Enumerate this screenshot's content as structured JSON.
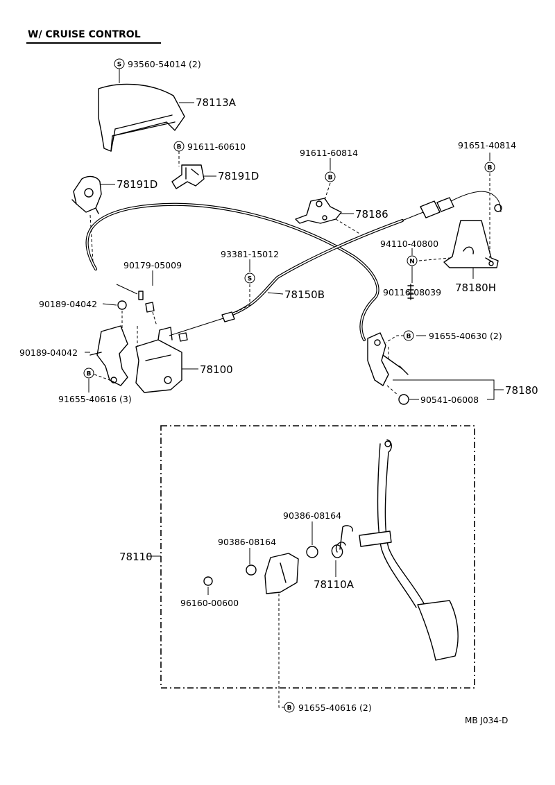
{
  "title": "W/ CRUISE CONTROL",
  "code": "MB  J034-D",
  "marks": {
    "s": "S",
    "b": "B",
    "n": "N"
  },
  "labels": {
    "p93560": "93560-54014 (2)",
    "p78113A": "78113A",
    "p91611_60610": "91611-60610",
    "p78191D_a": "78191D",
    "p78191D_b": "78191D",
    "p91611_60814": "91611-60814",
    "p91651_40814": "91651-40814",
    "p78186": "78186",
    "p94110": "94110-40800",
    "p93381": "93381-15012",
    "p90179": "90179-05009",
    "p78150B": "78150B",
    "p78180H": "78180H",
    "p90189_a": "90189-04042",
    "p90116": "90116-08039",
    "p91655_40630": "91655-40630 (2)",
    "p90189_b": "90189-04042",
    "p78100": "78100",
    "p78180": "78180",
    "p91655_40616_3": "91655-40616 (3)",
    "p90541": "90541-06008",
    "p90386_a": "90386-08164",
    "p90386_b": "90386-08164",
    "p78110": "78110",
    "p78110A": "78110A",
    "p96160": "96160-00600",
    "p91655_40616_2": "91655-40616 (2)"
  }
}
